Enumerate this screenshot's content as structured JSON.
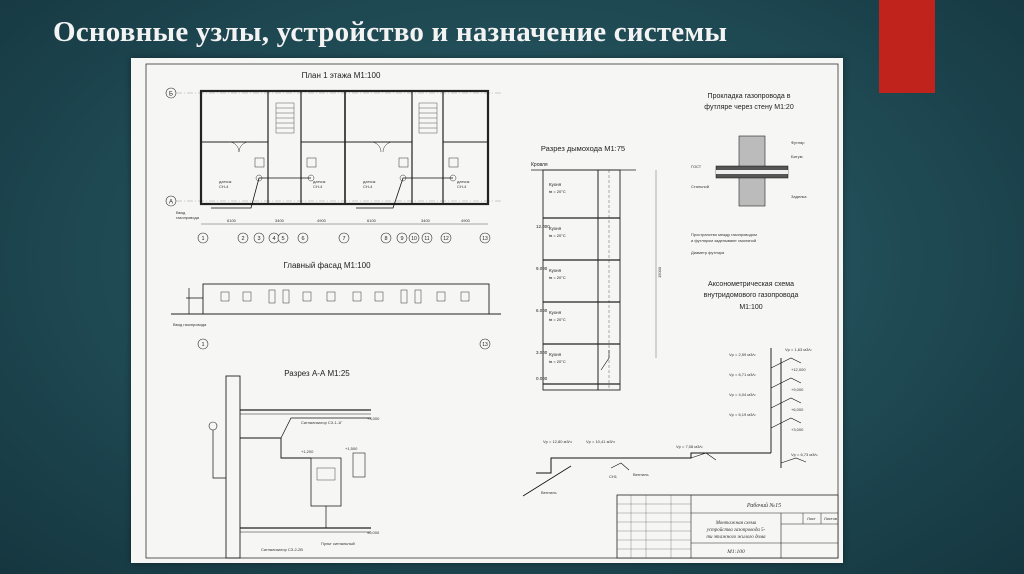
{
  "slide": {
    "title": "Основные узлы, устройство и назначение системы",
    "accent_color": "#c0221c"
  },
  "drawing": {
    "plan_title": "План 1 этажа М1:100",
    "facade_title": "Главный фасад М1:100",
    "section_aa_title": "Разрез А-А М1:25",
    "chimney_title": "Разрез дымохода М1:75",
    "sleeve_title_1": "Прокладка газопровода в",
    "sleeve_title_2": "футляре через стену М1:20",
    "axo_title_1": "Аксонометрическая схема",
    "axo_title_2": "внутридомового газопровода",
    "axo_title_3": "М1:100",
    "axis_letters": [
      "Б",
      "А"
    ],
    "axis_numbers": [
      "1",
      "2",
      "3",
      "4",
      "5",
      "6",
      "7",
      "8",
      "9",
      "10",
      "11",
      "12",
      "13"
    ],
    "chimney_roof_label": "Кровля",
    "chimney_floor_label": "Кухня",
    "chimney_temp": "tв = 20°С",
    "chimney_levels": [
      "12.000",
      "9.000",
      "6.000",
      "3.000",
      "0.000"
    ],
    "stamp_sheet": "Лист",
    "stamp_sheets": "Листов",
    "stamp_scale": "М1:100",
    "stamp_caption_1": "Монтажная схема",
    "stamp_caption_2": "устройства газопровода 5-",
    "stamp_caption_3": "ти этажного жилого дома",
    "stamp_code": "Рабочий №15"
  }
}
